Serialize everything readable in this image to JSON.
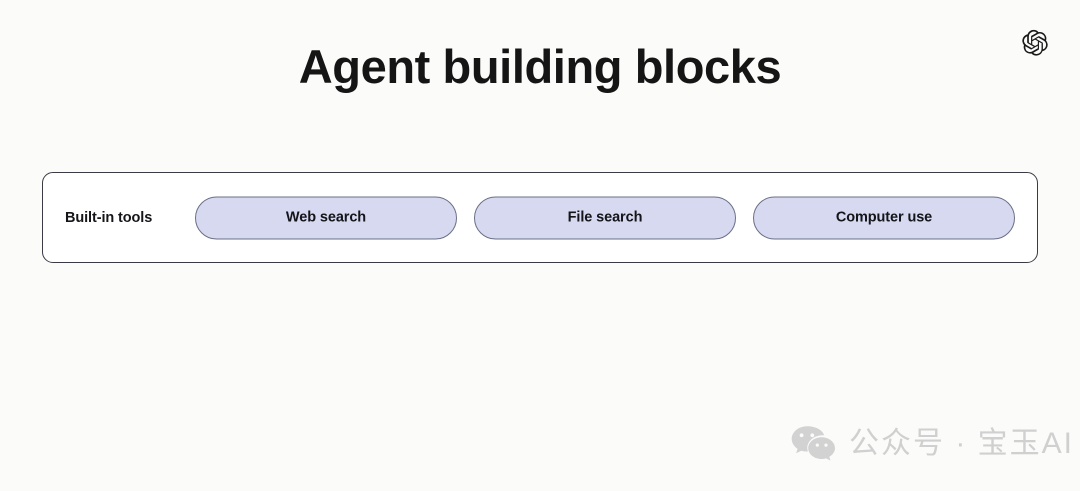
{
  "page": {
    "background_color": "#fbfbf9",
    "title": "Agent building blocks"
  },
  "brand": {
    "logo_icon": "openai-logo-icon"
  },
  "tools_row": {
    "label": "Built-in tools",
    "border_color": "#3b3b45",
    "pill_fill_color": "#d6d9ef",
    "pill_border_color": "#6b6f86",
    "pills": [
      {
        "label": "Web search",
        "name": "pill-web-search"
      },
      {
        "label": "File search",
        "name": "pill-file-search"
      },
      {
        "label": "Computer use",
        "name": "pill-computer-use"
      }
    ]
  },
  "watermark": {
    "icon": "wechat-icon",
    "text": "公众号 · 宝玉AI",
    "color": "#d0d0d0"
  }
}
